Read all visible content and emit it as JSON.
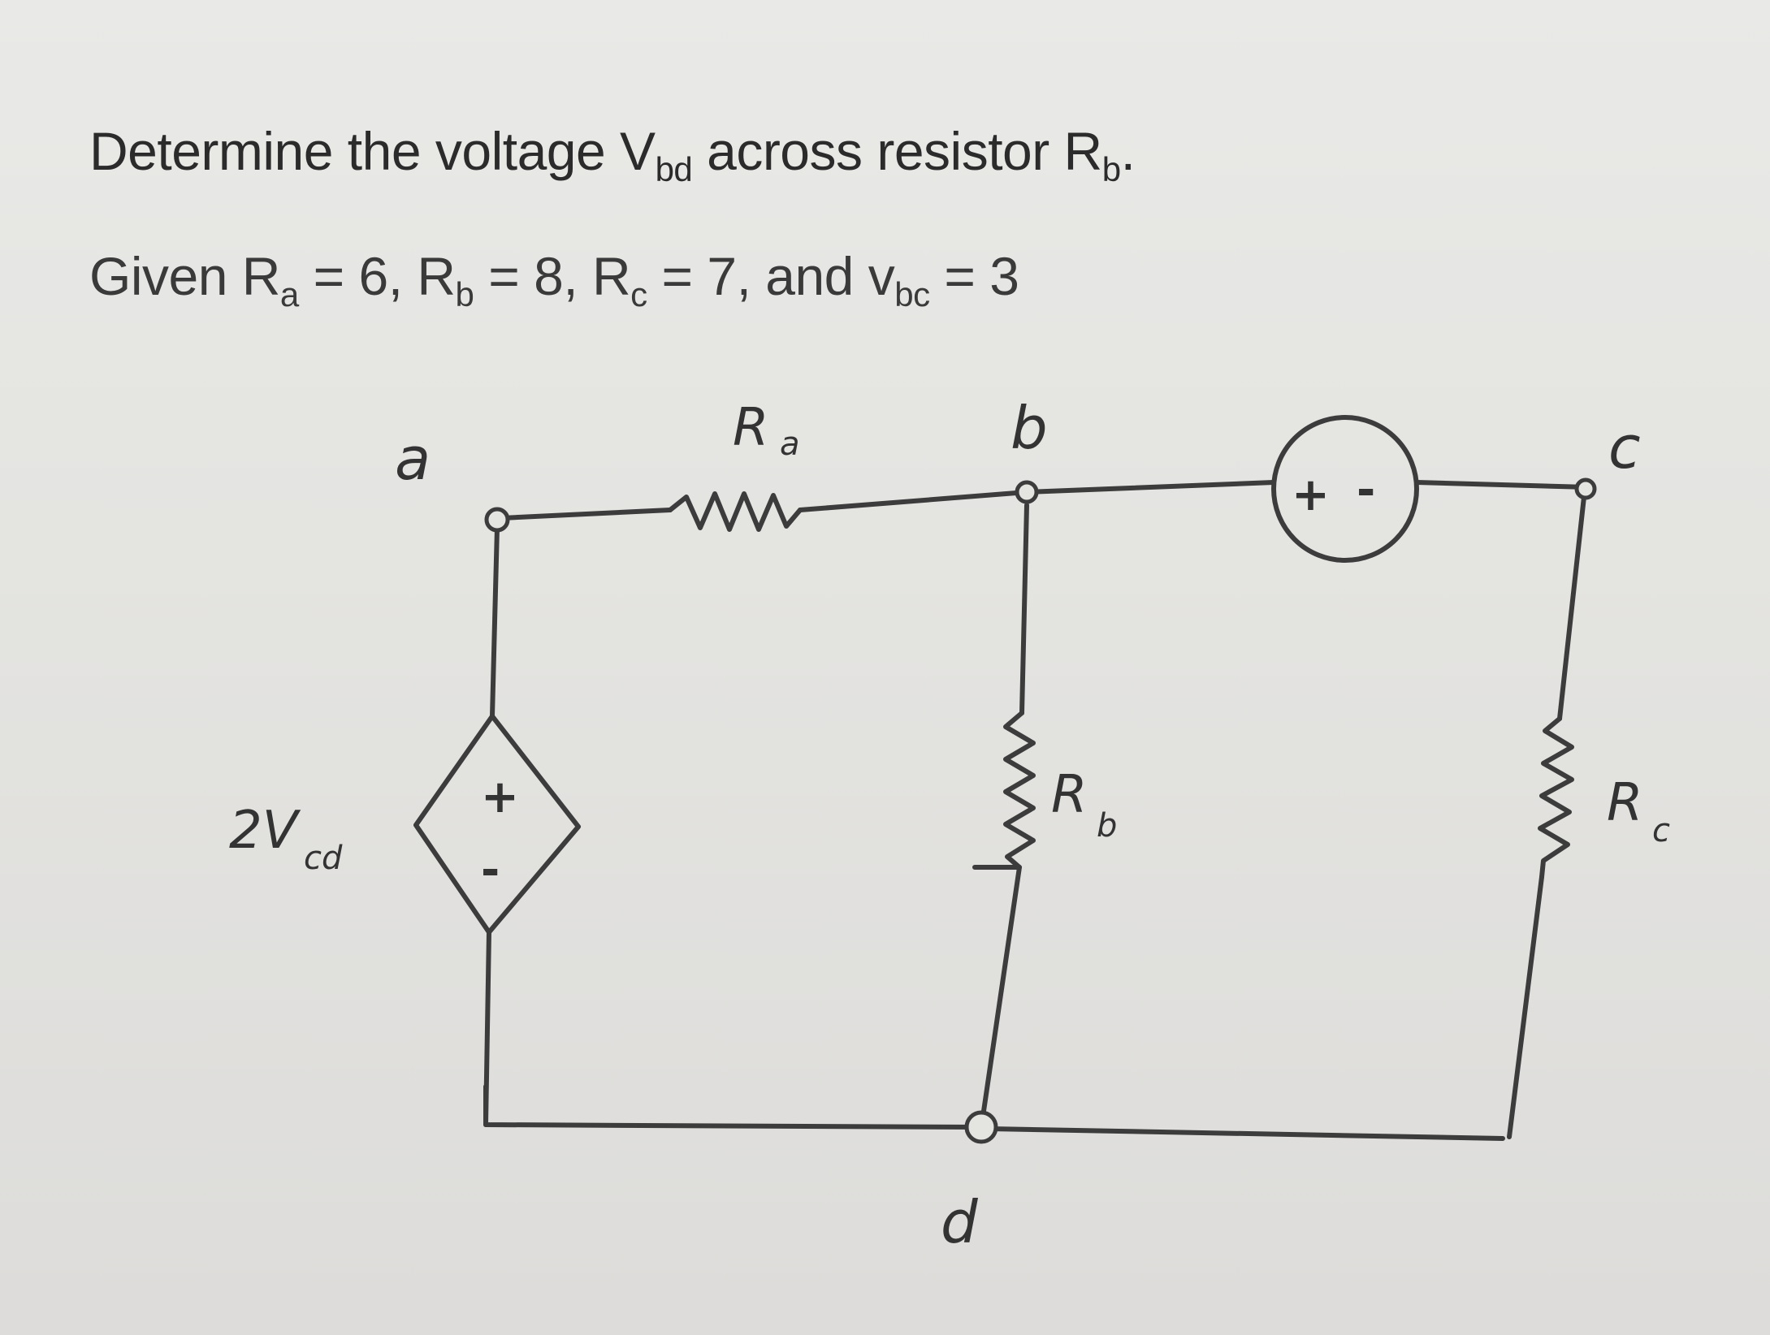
{
  "problem": {
    "question_prefix": "Determine the voltage V",
    "question_sub": "bd",
    "question_middle": " across resistor R",
    "question_end_sub": "b",
    "question_end": ".",
    "given_parts": [
      {
        "text": "Given R",
        "sub": "a"
      },
      {
        "text": " = 6, R",
        "sub": "b"
      },
      {
        "text": " = 8, R",
        "sub": "c"
      },
      {
        "text": " = 7, and v",
        "sub": "bc"
      },
      {
        "text": " = 3",
        "sub": ""
      }
    ]
  },
  "circuit": {
    "nodes": {
      "a": "a",
      "b": "b",
      "c": "c",
      "d": "d"
    },
    "resistors": {
      "ra": {
        "main": "R",
        "sub": "a"
      },
      "rb": {
        "main": "R",
        "sub": "b"
      },
      "rc": {
        "main": "R",
        "sub": "c"
      }
    },
    "dependent_source": {
      "main": "2V",
      "sub": "cd",
      "plus": "+",
      "minus": "-"
    },
    "voltage_source": {
      "plus": "+",
      "minus": "-"
    }
  }
}
